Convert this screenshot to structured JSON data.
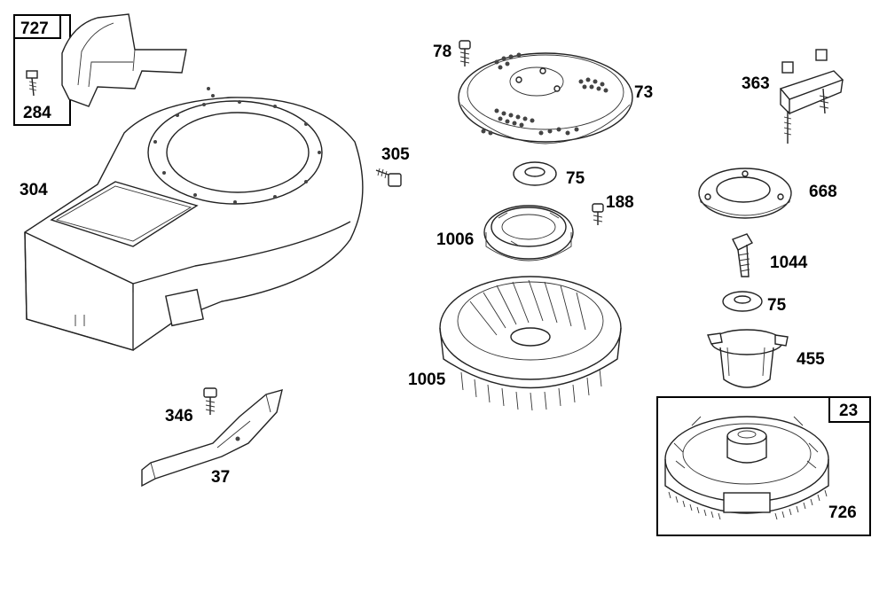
{
  "parts": [
    {
      "id": "727",
      "label": "727"
    },
    {
      "id": "284",
      "label": "284"
    },
    {
      "id": "304",
      "label": "304"
    },
    {
      "id": "305",
      "label": "305"
    },
    {
      "id": "346",
      "label": "346"
    },
    {
      "id": "37",
      "label": "37"
    },
    {
      "id": "78",
      "label": "78"
    },
    {
      "id": "73",
      "label": "73"
    },
    {
      "id": "75a",
      "label": "75"
    },
    {
      "id": "188",
      "label": "188"
    },
    {
      "id": "1006",
      "label": "1006"
    },
    {
      "id": "1005",
      "label": "1005"
    },
    {
      "id": "363",
      "label": "363"
    },
    {
      "id": "668",
      "label": "668"
    },
    {
      "id": "1044",
      "label": "1044"
    },
    {
      "id": "75b",
      "label": "75"
    },
    {
      "id": "455",
      "label": "455"
    },
    {
      "id": "23",
      "label": "23"
    },
    {
      "id": "726",
      "label": "726"
    }
  ]
}
